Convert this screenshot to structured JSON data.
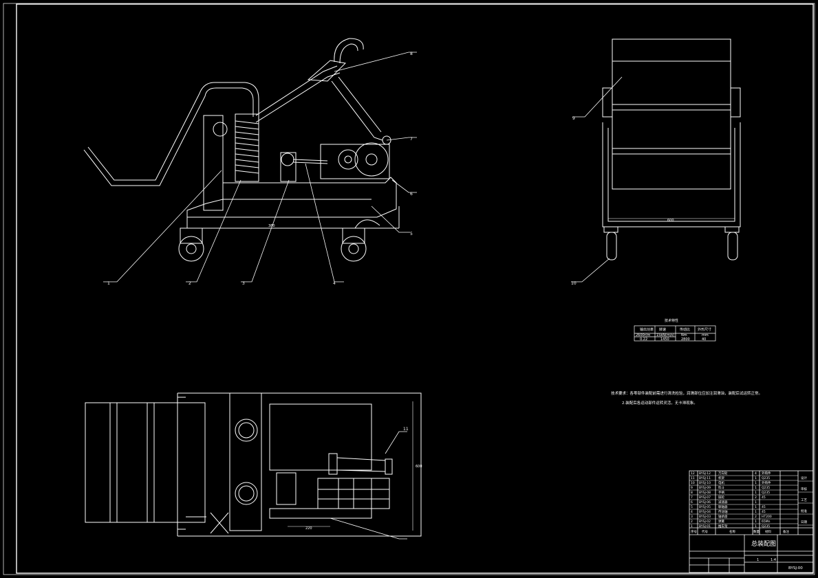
{
  "colors": {
    "background": "#000000",
    "line": "#ffffff",
    "accent": "#ff0000"
  },
  "balloons": {
    "side_view": [
      "1",
      "2",
      "3",
      "4",
      "5",
      "6",
      "7",
      "8"
    ],
    "front_view": [
      "9",
      "10"
    ],
    "plan_view": [
      "11"
    ]
  },
  "dims": {
    "frame_width": "600",
    "frame_height": "600",
    "base_length": "380",
    "plan_length": "220"
  },
  "spec_table": {
    "title": "技术特性",
    "headers": [
      "输出功率",
      "转速",
      "传动比",
      "外形尺寸"
    ],
    "subheaders": [
      "2600r/m",
      "15kN(m/s)",
      "Nm",
      "mm"
    ],
    "values": [
      "0.22",
      "1450",
      "2800",
      "40"
    ]
  },
  "notes": [
    "技术要求：各零部件装配前需进行清洗检验，润滑部位应加注润滑油，装配后试运转正常。",
    "2.装配后各运动部件运转灵活，无卡滞现象。"
  ],
  "title_block": {
    "drawing_title": "总装配图",
    "drawing_number": "BYSJ-00",
    "scale": "1:4",
    "sheet": "1",
    "bom_rows": [
      [
        "12",
        "BYSJ-12",
        "万向轮",
        "4",
        "外购件"
      ],
      [
        "11",
        "BYSJ-11",
        "机架",
        "1",
        "Q235"
      ],
      [
        "10",
        "BYSJ-10",
        "电机",
        "1",
        "外购件"
      ],
      [
        "9",
        "BYSJ-09",
        "料斗",
        "1",
        "Q235"
      ],
      [
        "8",
        "BYSJ-08",
        "手柄",
        "1",
        "Q235"
      ],
      [
        "7",
        "BYSJ-07",
        "链轮",
        "2",
        "45"
      ],
      [
        "6",
        "BYSJ-06",
        "减速器",
        "1",
        ""
      ],
      [
        "5",
        "BYSJ-05",
        "联轴器",
        "1",
        "45"
      ],
      [
        "4",
        "BYSJ-04",
        "传动轴",
        "1",
        "45"
      ],
      [
        "3",
        "BYSJ-03",
        "轴承座",
        "2",
        "HT200"
      ],
      [
        "2",
        "BYSJ-02",
        "弹簧",
        "1",
        "65Mn"
      ],
      [
        "1",
        "BYSJ-01",
        "推车架",
        "1",
        "Q235"
      ]
    ],
    "header_labels": [
      "序号",
      "代号",
      "名称",
      "数量",
      "材料",
      "备注"
    ],
    "side_cells": [
      "设计",
      "审核",
      "工艺",
      "批准",
      "日期"
    ]
  }
}
